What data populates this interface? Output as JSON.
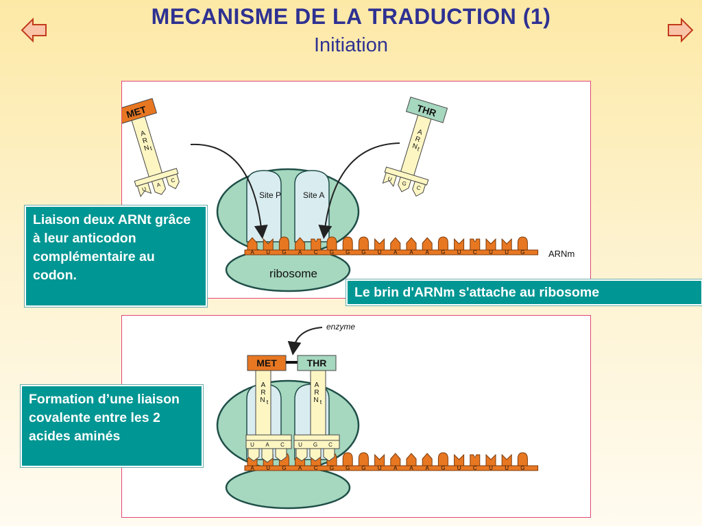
{
  "header": {
    "title": "MECANISME DE LA TRADUCTION (1)",
    "subtitle": "Initiation"
  },
  "nav": {
    "prev_icon": "arrow-left-icon",
    "next_icon": "arrow-right-icon"
  },
  "colors": {
    "title": "#2e3192",
    "callout_bg": "#009693",
    "ribosome": "#a6d7bf",
    "mrna": "#e87722",
    "trna_stem": "#fdf6c3",
    "met_label": "#e87722",
    "thr_label": "#a6d7bf",
    "panel_border": "#e0447a"
  },
  "panel1": {
    "met": "MET",
    "thr": "THR",
    "trna_letters": [
      "A",
      "R",
      "N",
      "t"
    ],
    "met_anticodon": [
      "U",
      "A",
      "C"
    ],
    "thr_anticodon": [
      "U",
      "G",
      "C"
    ],
    "site_p": "Site P",
    "site_a": "Site A",
    "ribosome": "ribosome",
    "mrna_label": "ARNm",
    "codons": [
      "A",
      "U",
      "G",
      "A",
      "C",
      "G",
      "G",
      "G",
      "U",
      "A",
      "A",
      "A",
      "G",
      "U",
      "C",
      "U",
      "U",
      "G"
    ]
  },
  "panel2": {
    "enzyme": "enzyme",
    "met": "MET",
    "thr": "THR",
    "trna_letters": [
      "A",
      "R",
      "N",
      "t"
    ],
    "met_anticodon": [
      "U",
      "A",
      "C"
    ],
    "thr_anticodon": [
      "U",
      "G",
      "C"
    ],
    "codons": [
      "A",
      "U",
      "G",
      "A",
      "C",
      "G",
      "G",
      "G",
      "U",
      "A",
      "A",
      "A",
      "G",
      "U",
      "C",
      "U",
      "U",
      "G"
    ]
  },
  "callouts": {
    "liaison": "Liaison deux ARNt grâce à leur anticodon complémentaire au codon.",
    "brin": "Le brin d'ARNm s'attache au ribosome",
    "formation": "Formation d’une liaison covalente entre les 2 acides aminés"
  }
}
